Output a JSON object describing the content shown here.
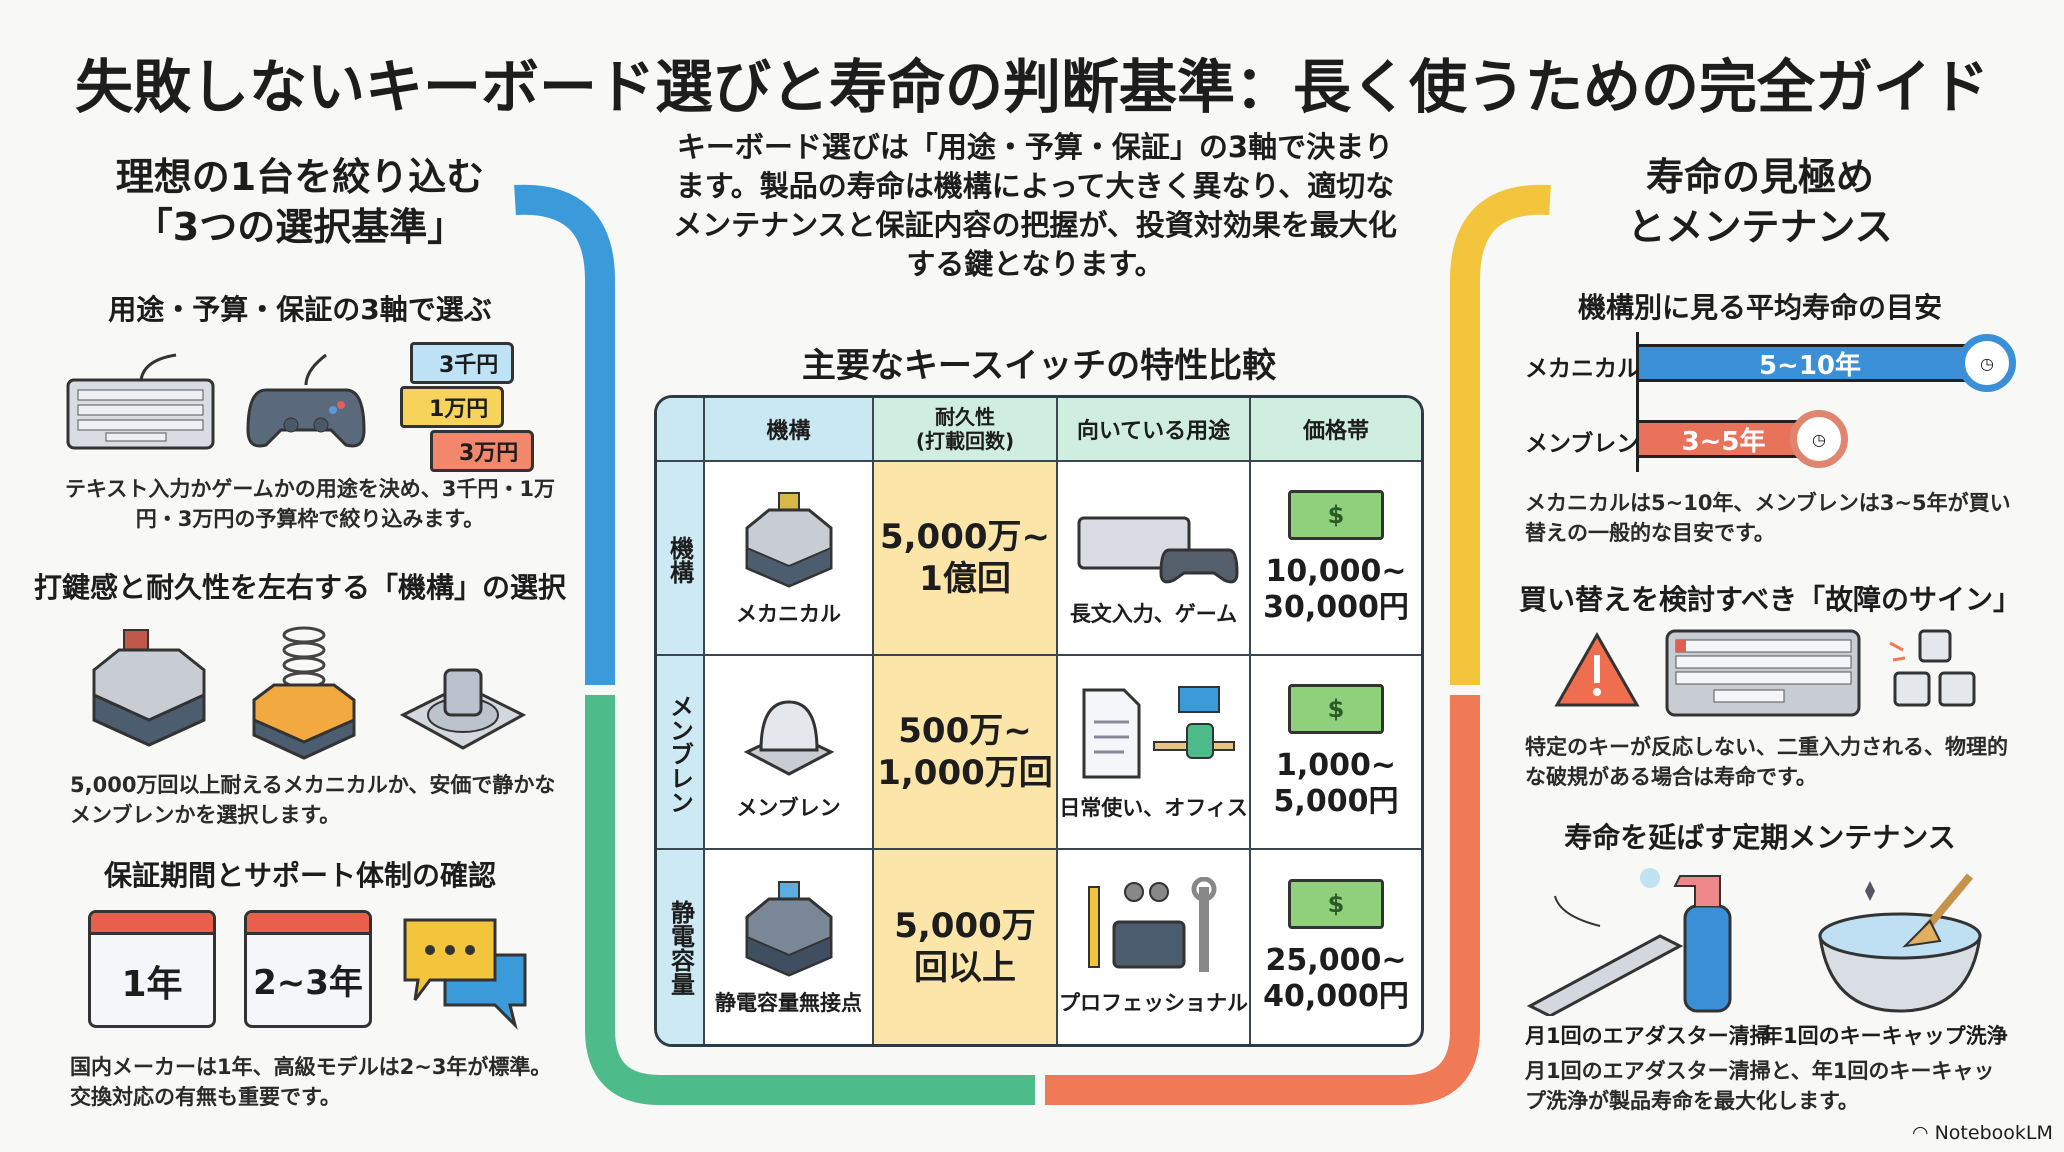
{
  "title": "失敗しないキーボード選びと寿命の判断基準：長く使うための完全ガイド",
  "left": {
    "heading_line1": "理想の1台を絞り込む",
    "heading_line2": "「3つの選択基準」",
    "s1": {
      "title": "用途・予算・保証の3軸で選ぶ",
      "tags": [
        "3千円",
        "1万円",
        "3万円"
      ],
      "desc": "テキスト入力かゲームかの用途を決め、3千円・1万円・3万円の予算枠で絞り込みます。"
    },
    "s2": {
      "title": "打鍵感と耐久性を左右する「機構」の選択",
      "desc": "5,000万回以上耐えるメカニカルか、安価で静かなメンブレンかを選択します。"
    },
    "s3": {
      "title": "保証期間とサポート体制の確認",
      "cal1": "1年",
      "cal2": "2~3年",
      "desc": "国内メーカーは1年、高級モデルは2~3年が標準。交換対応の有無も重要です。"
    }
  },
  "center": {
    "intro": "キーボード選びは「用途・予算・保証」の3軸で決まります。製品の寿命は機構によって大きく異なり、適切なメンテナンスと保証内容の把握が、投資対効果を最大化する鍵となります。",
    "table_title": "主要なキースイッチの特性比較",
    "headers": [
      "機構",
      "耐久性\n(打載回数)",
      "向いている用途",
      "価格帯"
    ],
    "header_dur_1": "耐久性",
    "header_dur_2": "(打載回数)",
    "rows": [
      {
        "label": "機構",
        "name": "メカニカル",
        "dur1": "5,000万~",
        "dur2": "1億回",
        "use": "長文入力、ゲーム",
        "price1": "10,000~",
        "price2": "30,000円"
      },
      {
        "label": "メンブレン",
        "name": "メンブレン",
        "dur1": "500万~",
        "dur2": "1,000万回",
        "use": "日常使い、オフィス",
        "price1": "1,000~",
        "price2": "5,000円"
      },
      {
        "label": "静電容量",
        "name": "静電容量無接点",
        "dur1": "5,000万",
        "dur2": "回以上",
        "use": "プロフェッショナル",
        "price1": "25,000~",
        "price2": "40,000円"
      }
    ]
  },
  "right": {
    "heading_line1": "寿命の見極め",
    "heading_line2": "とメンテナンス",
    "s1": {
      "title": "機構別に見る平均寿命の目安",
      "bars": [
        {
          "label": "メカニカル",
          "value": "5~10年",
          "max_years": 10
        },
        {
          "label": "メンブレン",
          "value": "3~5年",
          "max_years": 5
        }
      ],
      "desc": "メカニカルは5~10年、メンブレンは3~5年が買い替えの一般的な目安です。"
    },
    "s2": {
      "title": "買い替えを検討すべき「故障のサイン」",
      "desc": "特定のキーが反応しない、二重入力される、物理的な破規がある場合は寿命です。"
    },
    "s3": {
      "title": "寿命を延ばす定期メンテナンス",
      "cap1": "月1回のエアダスター清掃",
      "cap2": "年1回のキーキャップ洗浄",
      "desc": "月1回のエアダスター清掃と、年1回のキーキャップ洗浄が製品寿命を最大化します。"
    }
  },
  "brand": "NotebookLM",
  "colors": {
    "blue": "#3b9ad9",
    "green": "#4dbb8a",
    "yellow": "#f2c53d",
    "orange": "#ef7a55"
  }
}
